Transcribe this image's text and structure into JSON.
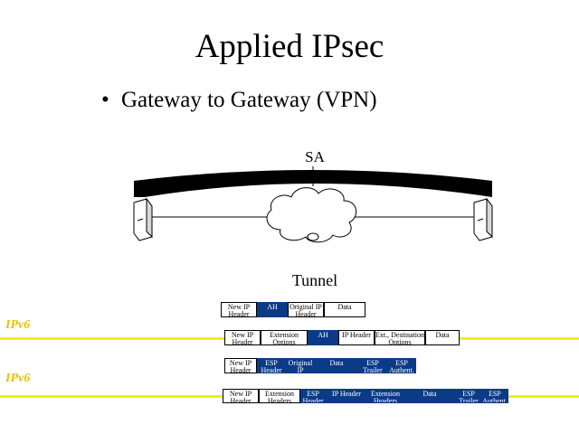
{
  "slide": {
    "title": "Applied IPsec",
    "bullet": "Gateway to Gateway (VPN)"
  },
  "diagram": {
    "sa_label": "SA",
    "tunnel_label": "Tunnel",
    "ipv6_label_1": "IPv6",
    "ipv6_label_2": "IPv6"
  },
  "packets": {
    "row1": [
      {
        "text": "New IP Header",
        "style": "white"
      },
      {
        "text": "AH",
        "style": "blue"
      },
      {
        "text": "Original IP Header",
        "style": "white"
      },
      {
        "text": "Data",
        "style": "white"
      }
    ],
    "row2": [
      {
        "text": "New IP Header",
        "style": "white"
      },
      {
        "text": "Extension Options",
        "style": "white"
      },
      {
        "text": "AH",
        "style": "blue"
      },
      {
        "text": "IP Header",
        "style": "white"
      },
      {
        "text": "Ext., Destination Options",
        "style": "white"
      },
      {
        "text": "Data",
        "style": "white"
      }
    ],
    "row3": [
      {
        "text": "New IP Header",
        "style": "white"
      },
      {
        "text": "ESP Header",
        "style": "blue"
      },
      {
        "text": "Original IP Header",
        "style": "blue"
      },
      {
        "text": "Data",
        "style": "blue"
      },
      {
        "text": "ESP Trailer",
        "style": "blue"
      },
      {
        "text": "ESP Authent.",
        "style": "blue"
      }
    ],
    "row4": [
      {
        "text": "New IP Header",
        "style": "white"
      },
      {
        "text": "Extension Headers",
        "style": "white"
      },
      {
        "text": "ESP Header",
        "style": "blue"
      },
      {
        "text": "IP Header",
        "style": "blue"
      },
      {
        "text": "Extension Headers",
        "style": "blue"
      },
      {
        "text": "Data",
        "style": "blue"
      },
      {
        "text": "ESP Trailer",
        "style": "blue"
      },
      {
        "text": "ESP Authent.",
        "style": "blue"
      }
    ]
  },
  "colors": {
    "packet_blue": "#0b3a86",
    "ipv6_line": "#f5f000",
    "ipv6_text": "#e6c400"
  }
}
